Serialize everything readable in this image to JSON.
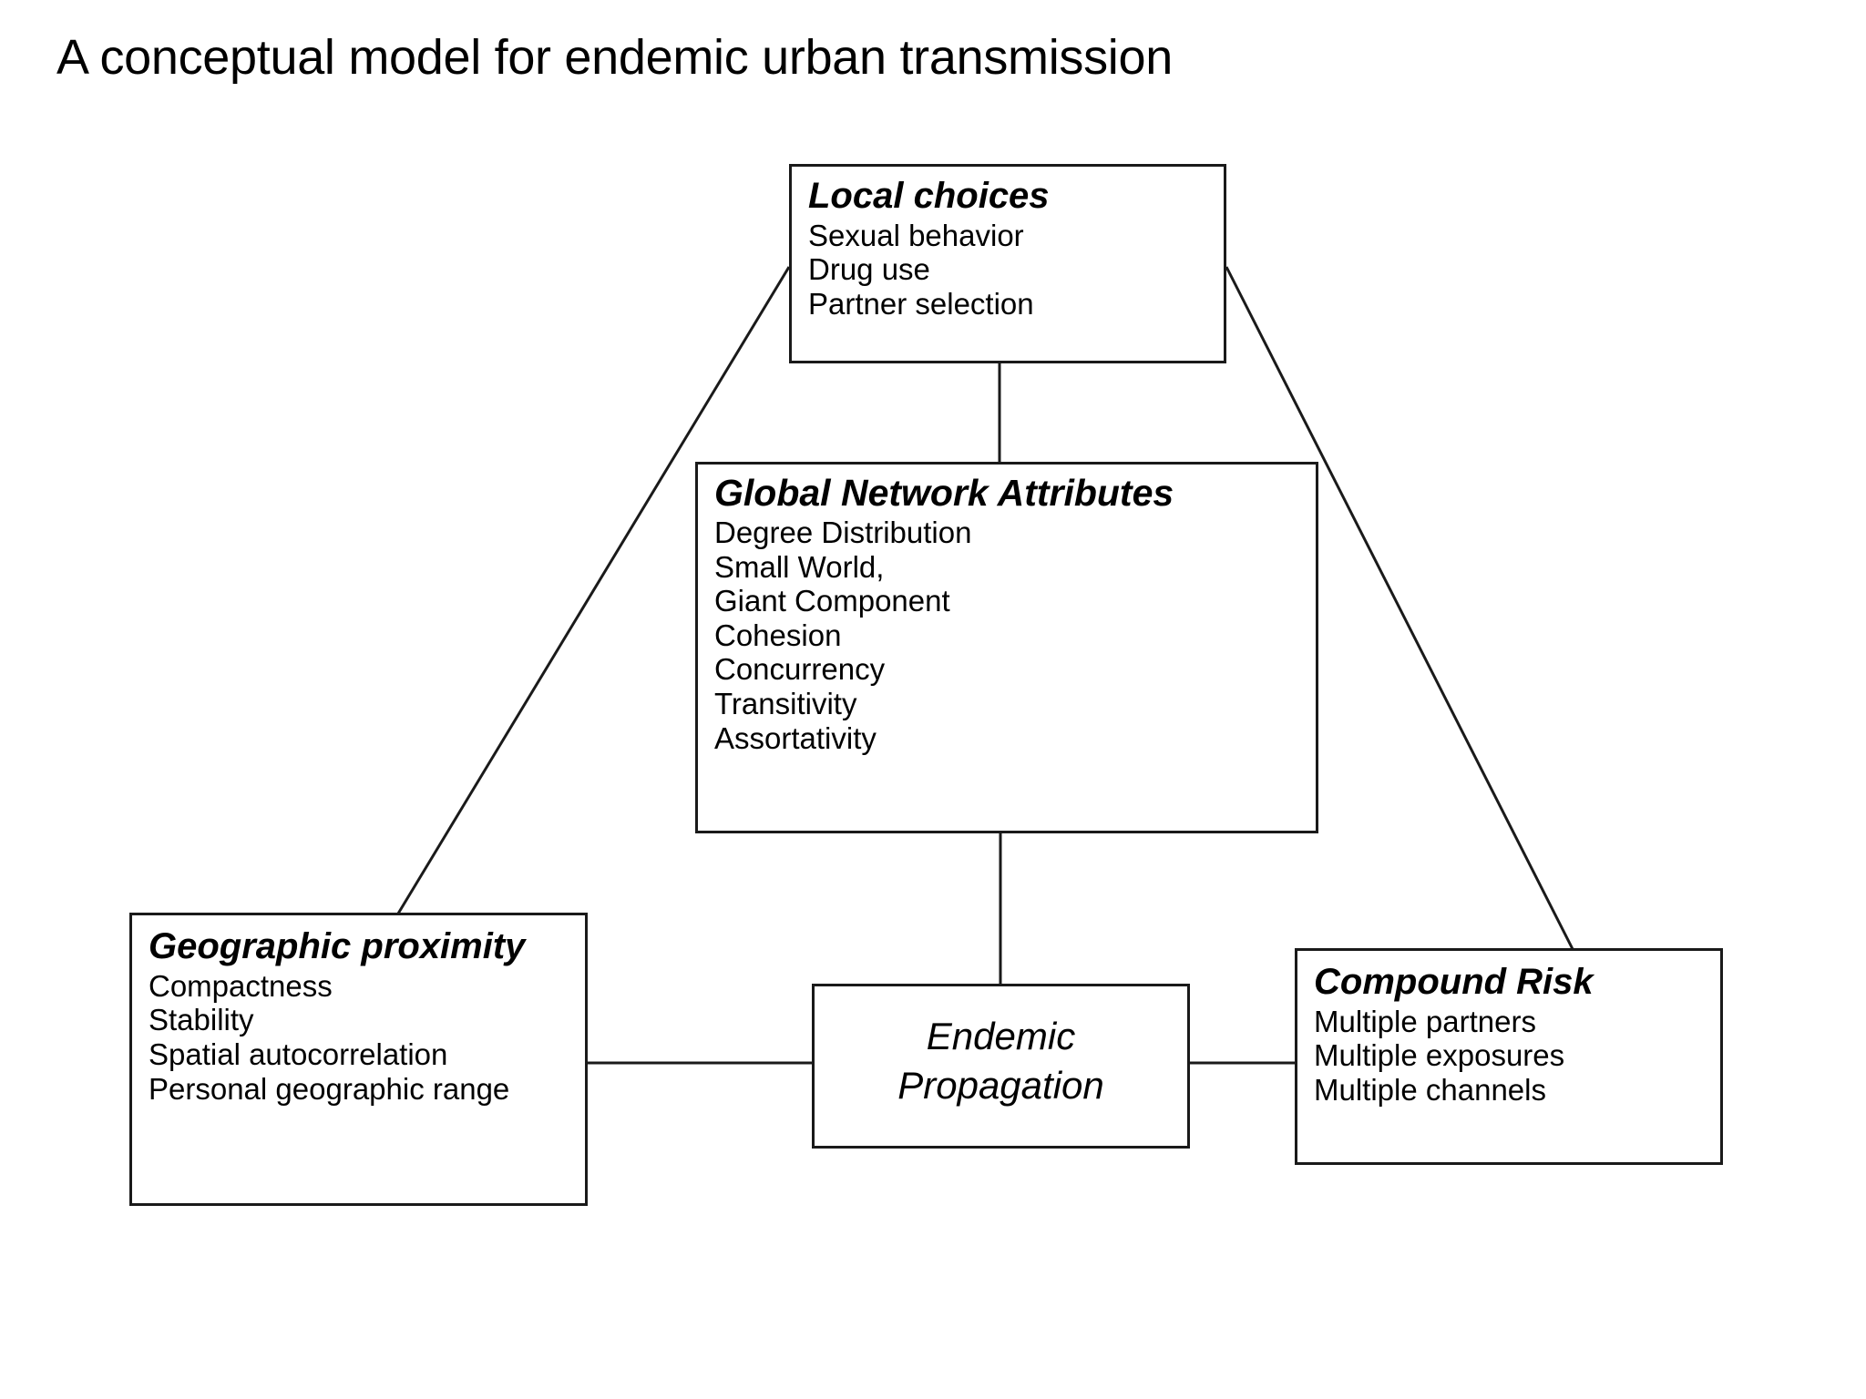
{
  "title": "A conceptual model for endemic urban transmission",
  "diagram": {
    "type": "concept-map",
    "nodes": [
      {
        "id": "local-choices",
        "title": "Local choices",
        "items": [
          "Sexual behavior",
          "Drug use",
          "Partner selection"
        ]
      },
      {
        "id": "global-network",
        "title": "Global Network Attributes",
        "items": [
          "Degree Distribution",
          "Small World,",
          "Giant Component",
          "Cohesion",
          "Concurrency",
          "Transitivity",
          "Assortativity"
        ]
      },
      {
        "id": "geographic",
        "title": "Geographic proximity",
        "items": [
          "Compactness",
          "Stability",
          "Spatial autocorrelation",
          "Personal geographic range"
        ]
      },
      {
        "id": "compound-risk",
        "title": "Compound Risk",
        "items": [
          "Multiple partners",
          "Multiple exposures",
          "Multiple channels"
        ]
      },
      {
        "id": "endemic",
        "title_line1": "Endemic",
        "title_line2": "Propagation",
        "items": []
      }
    ],
    "connectors": [
      {
        "from": "local-choices",
        "to": "geographic",
        "style": "diagonal"
      },
      {
        "from": "local-choices",
        "to": "compound-risk",
        "style": "diagonal"
      },
      {
        "from": "local-choices",
        "to": "global-network",
        "style": "vertical"
      },
      {
        "from": "global-network",
        "to": "endemic",
        "style": "vertical"
      },
      {
        "from": "geographic",
        "to": "endemic",
        "style": "horizontal"
      },
      {
        "from": "endemic",
        "to": "compound-risk",
        "style": "horizontal"
      }
    ]
  },
  "colors": {
    "background": "#ffffff",
    "stroke": "#1a1a1a",
    "text": "#000000"
  }
}
